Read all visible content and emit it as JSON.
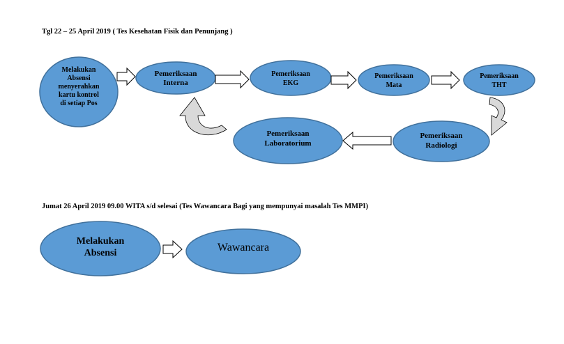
{
  "section1": {
    "title": "Tgl 22 – 25  April 2019 ( Tes Kesehatan Fisik dan Penunjang )",
    "nodes": {
      "absensi": [
        "Melakukan",
        "Absensi",
        "menyerahkan",
        "kartu kontrol",
        "di setiap Pos"
      ],
      "interna": [
        "Pemeriksaan",
        "Interna"
      ],
      "ekg": [
        "Pemeriksaan",
        "EKG"
      ],
      "mata": [
        "Pemeriksaan",
        "Mata"
      ],
      "tht": [
        "Pemeriksaan",
        "THT"
      ],
      "radiologi": [
        "Pemeriksaan",
        "Radiologi"
      ],
      "lab": [
        "Pemeriksaan",
        "Laboratorium"
      ]
    }
  },
  "section2": {
    "title": "Jumat 26 April 2019 09.00 WITA s/d selesai (Tes Wawancara Bagi yang mempunyai masalah Tes MMPI)",
    "nodes": {
      "absensi": [
        "Melakukan",
        "Absensi"
      ],
      "wawancara": [
        "Wawancara"
      ]
    }
  },
  "colors": {
    "node_fill": "#5b9bd5",
    "node_stroke": "#41719c",
    "arrow_fill": "#ffffff",
    "arrow_stroke": "#000000",
    "curved_arrow_fill": "#d9d9d9"
  }
}
